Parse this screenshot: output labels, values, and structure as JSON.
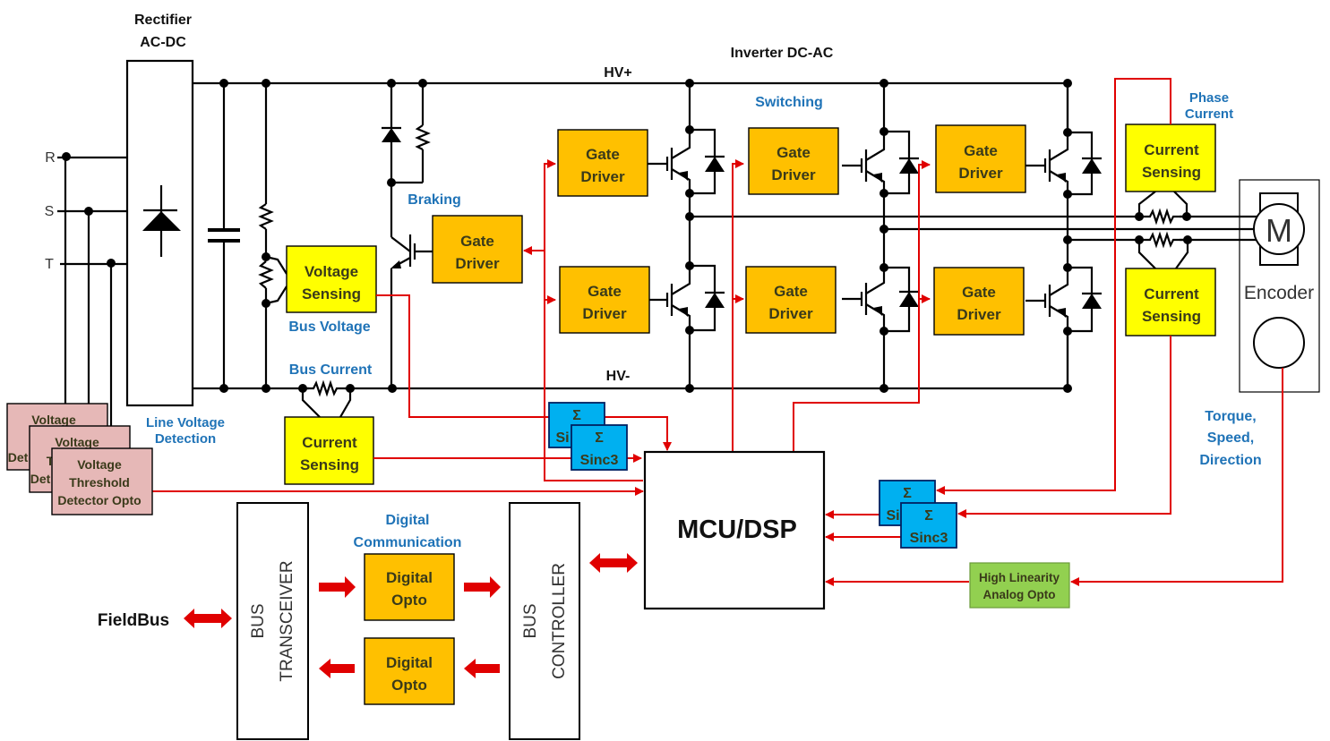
{
  "colors": {
    "gate_driver": "#ffc000",
    "sensing": "#ffff00",
    "sinc": "#00b0f0",
    "sinc_border": "#002060",
    "detector": "#e6b8b7",
    "analog_opto": "#92d050",
    "label_blue": "#1f73b7",
    "signal_red": "#e00000"
  },
  "titles": {
    "rectifier_line1": "Rectifier",
    "rectifier_line2": "AC-DC",
    "inverter": "Inverter DC-AC",
    "hv_plus": "HV+",
    "hv_minus": "HV-"
  },
  "phases": [
    "R",
    "S",
    "T"
  ],
  "section_labels": {
    "braking": "Braking",
    "switching": "Switching",
    "bus_voltage": "Bus Voltage",
    "bus_current": "Bus Current",
    "line_voltage_line1": "Line Voltage",
    "line_voltage_line2": "Detection",
    "phase_current_line1": "Phase",
    "phase_current_line2": "Current",
    "torque_line1": "Torque,",
    "torque_line2": "Speed,",
    "torque_line3": "Direction",
    "digital_comm_line1": "Digital",
    "digital_comm_line2": "Communication"
  },
  "blocks": {
    "gate_driver_line1": "Gate",
    "gate_driver_line2": "Driver",
    "voltage_sensing_line1": "Voltage",
    "voltage_sensing_line2": "Sensing",
    "current_sensing_line1": "Current",
    "current_sensing_line2": "Sensing",
    "sinc_symbol": "Σ",
    "sinc_label": "Sinc3",
    "sinc_partial": "Si",
    "detector_line1": "Voltage",
    "detector_line2": "Threshold",
    "detector_line3": "Detector Opto",
    "detector_partial_t": "T",
    "detector_partial_det": "Det",
    "mcu": "MCU/DSP",
    "analog_opto_line1": "High Linearity",
    "analog_opto_line2": "Analog Opto",
    "digital_opto_line1": "Digital",
    "digital_opto_line2": "Opto",
    "bus_transceiver_line1": "BUS",
    "bus_transceiver_line2": "TRANSCEIVER",
    "bus_controller_line1": "BUS",
    "bus_controller_line2": "CONTROLLER",
    "fieldbus": "FieldBus",
    "motor": "M",
    "encoder": "Encoder"
  }
}
